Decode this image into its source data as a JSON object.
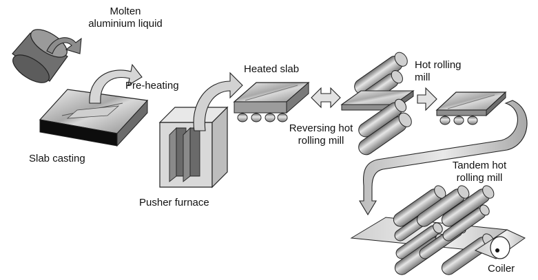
{
  "labels": {
    "molten_line1": "Molten",
    "molten_line2": "aluminium liquid",
    "pre_heating": "Pre-heating",
    "slab_casting": "Slab casting",
    "pusher_furnace": "Pusher furnace",
    "heated_slab": "Heated slab",
    "reversing_line1": "Reversing hot",
    "reversing_line2": "rolling mill",
    "hot_rolling_line1": "Hot rolling",
    "hot_rolling_line2": "mill",
    "tandem_line1": "Tandem hot",
    "tandem_line2": "rolling mill",
    "coiler": "Coiler"
  }
}
